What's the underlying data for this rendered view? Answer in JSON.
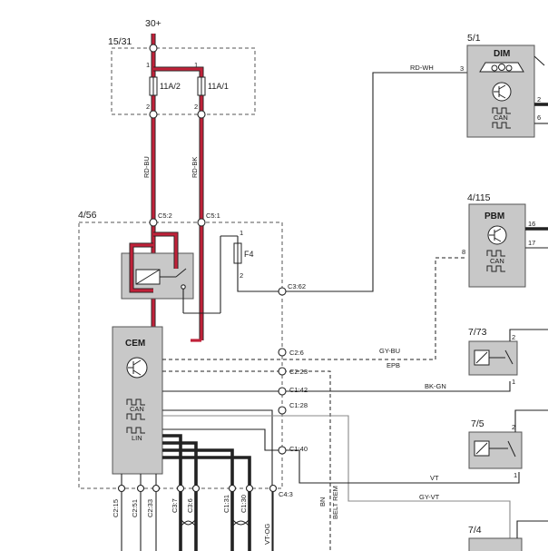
{
  "supply": {
    "label": "30+"
  },
  "fusebox": {
    "id": "15/31",
    "fuse_a": "11A/2",
    "fuse_b": "11A/1",
    "pin_top_a": "1",
    "pin_top_b": "1",
    "pin_bot_a": "2",
    "pin_bot_b": "2"
  },
  "wires": {
    "rd_bu": "RD-BU",
    "rd_bk": "RD-BK",
    "rd_wh": "RD-WH",
    "gy_bu": "GY-BU",
    "epb": "EPB",
    "bk_gn": "BK-GN",
    "vt": "VT",
    "gy_vt": "GY-VT",
    "bn": "BN",
    "belt_rem": "BELT REM",
    "vt_og": "VT-OG"
  },
  "dim": {
    "id": "5/1",
    "title": "DIM",
    "can": "CAN",
    "pin_in": "3",
    "pin_r1": "2",
    "pin_r2": "6"
  },
  "pbm": {
    "id": "4/115",
    "title": "PBM",
    "can": "CAN",
    "pin_in": "8",
    "pin_r1": "16",
    "pin_r2": "17"
  },
  "cem_block": {
    "id": "4/56",
    "title": "CEM",
    "can": "CAN",
    "lin": "LIN",
    "c52": "C5:2",
    "c51": "C5:1",
    "fuse": "F4",
    "f_pin1": "1",
    "f_pin2": "2",
    "c362": "C3:62"
  },
  "cem_pins": {
    "c26": "C2:6",
    "c223": "C2:23",
    "c142": "C1:42",
    "c128": "C1:28",
    "c140": "C1:40"
  },
  "bottom_pins": [
    "C2:15",
    "C2:51",
    "C2:33",
    "C3:7",
    "C3:6",
    "C1:31",
    "C1:30",
    "C4:3"
  ],
  "sw773": {
    "id": "7/73",
    "pin2": "2",
    "pin1": "1"
  },
  "sw75": {
    "id": "7/5",
    "pin2": "2",
    "pin1": "1"
  },
  "sw74": {
    "id": "7/4"
  }
}
